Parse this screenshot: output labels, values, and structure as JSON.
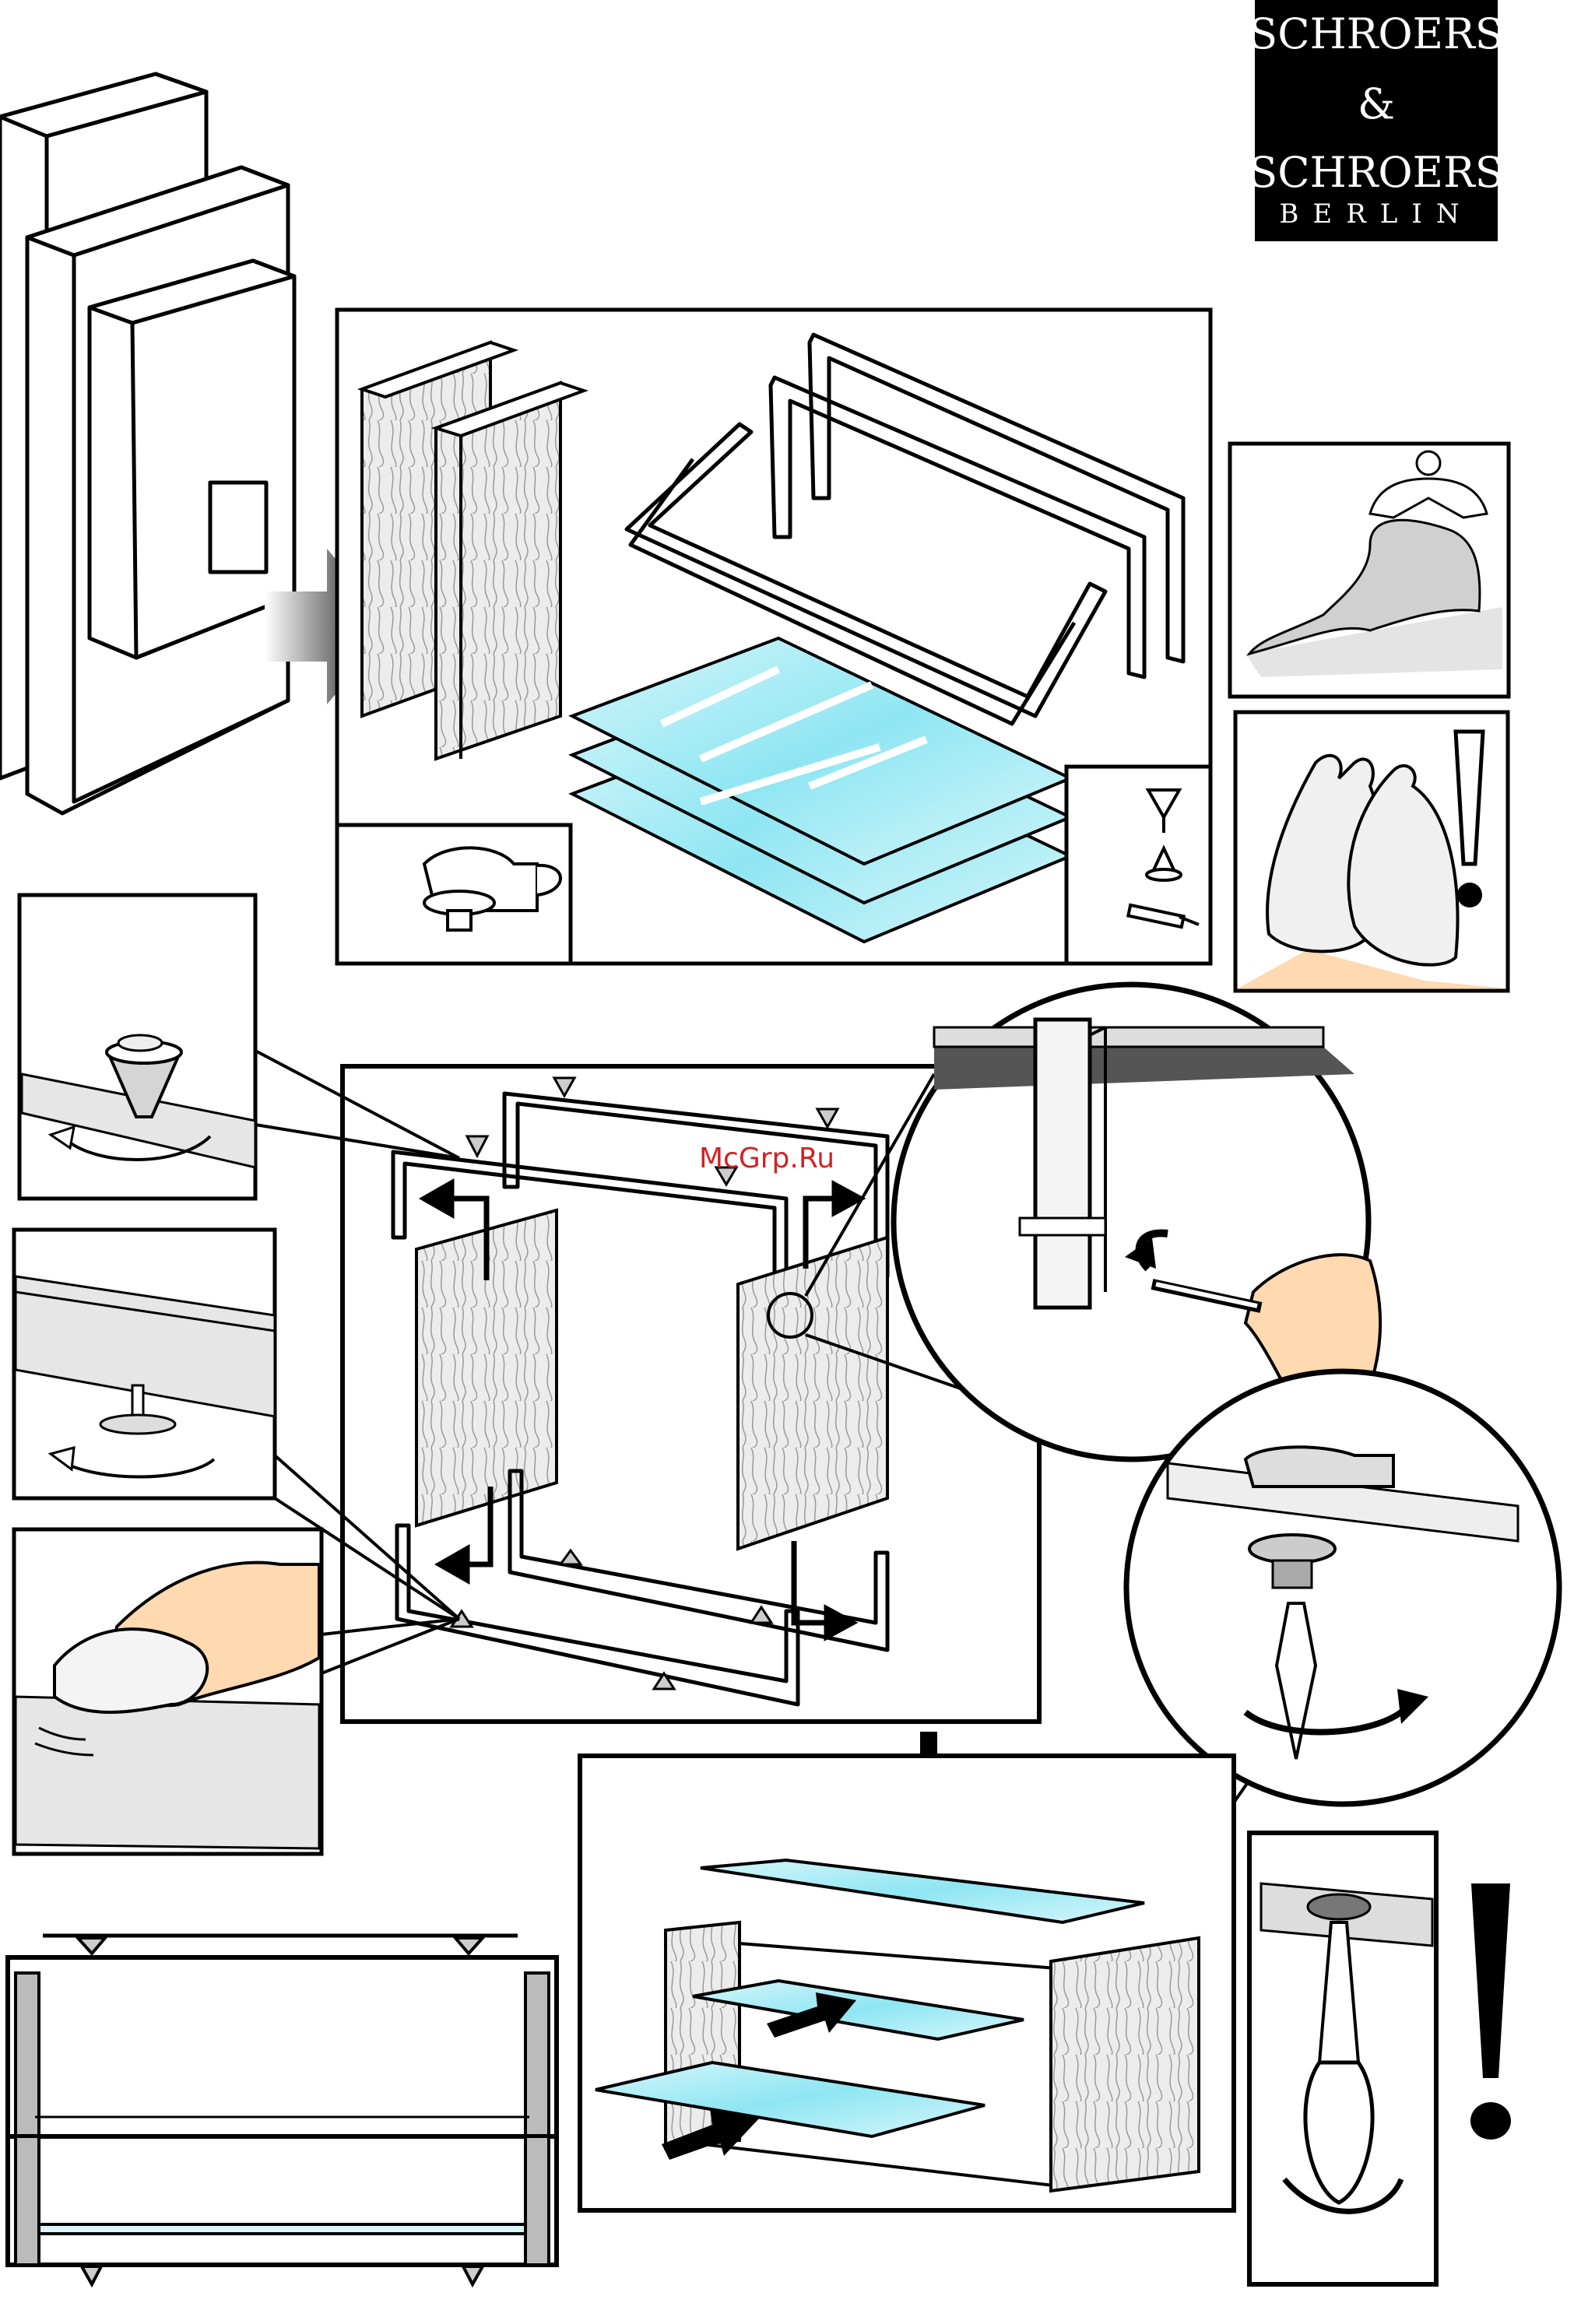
{
  "logo": {
    "line1": "SCHROERS",
    "line2": "&",
    "line3": "SCHROERS",
    "line4": "BERLIN"
  },
  "watermark": "McGrp.Ru",
  "colors": {
    "glass": "#8ee6f2",
    "glass_light": "#d8f6fb",
    "wood": "#ececec",
    "wood_grain": "#9a9a9a",
    "skin": "#ffd9b0",
    "shadow": "#bdbdbd",
    "ink": "#000000",
    "logo_bg": "#000000"
  },
  "icons": {
    "warning": "exclamation-icon",
    "rotate": "rotation-arrow-icon",
    "move": "direction-arrow-icon"
  }
}
